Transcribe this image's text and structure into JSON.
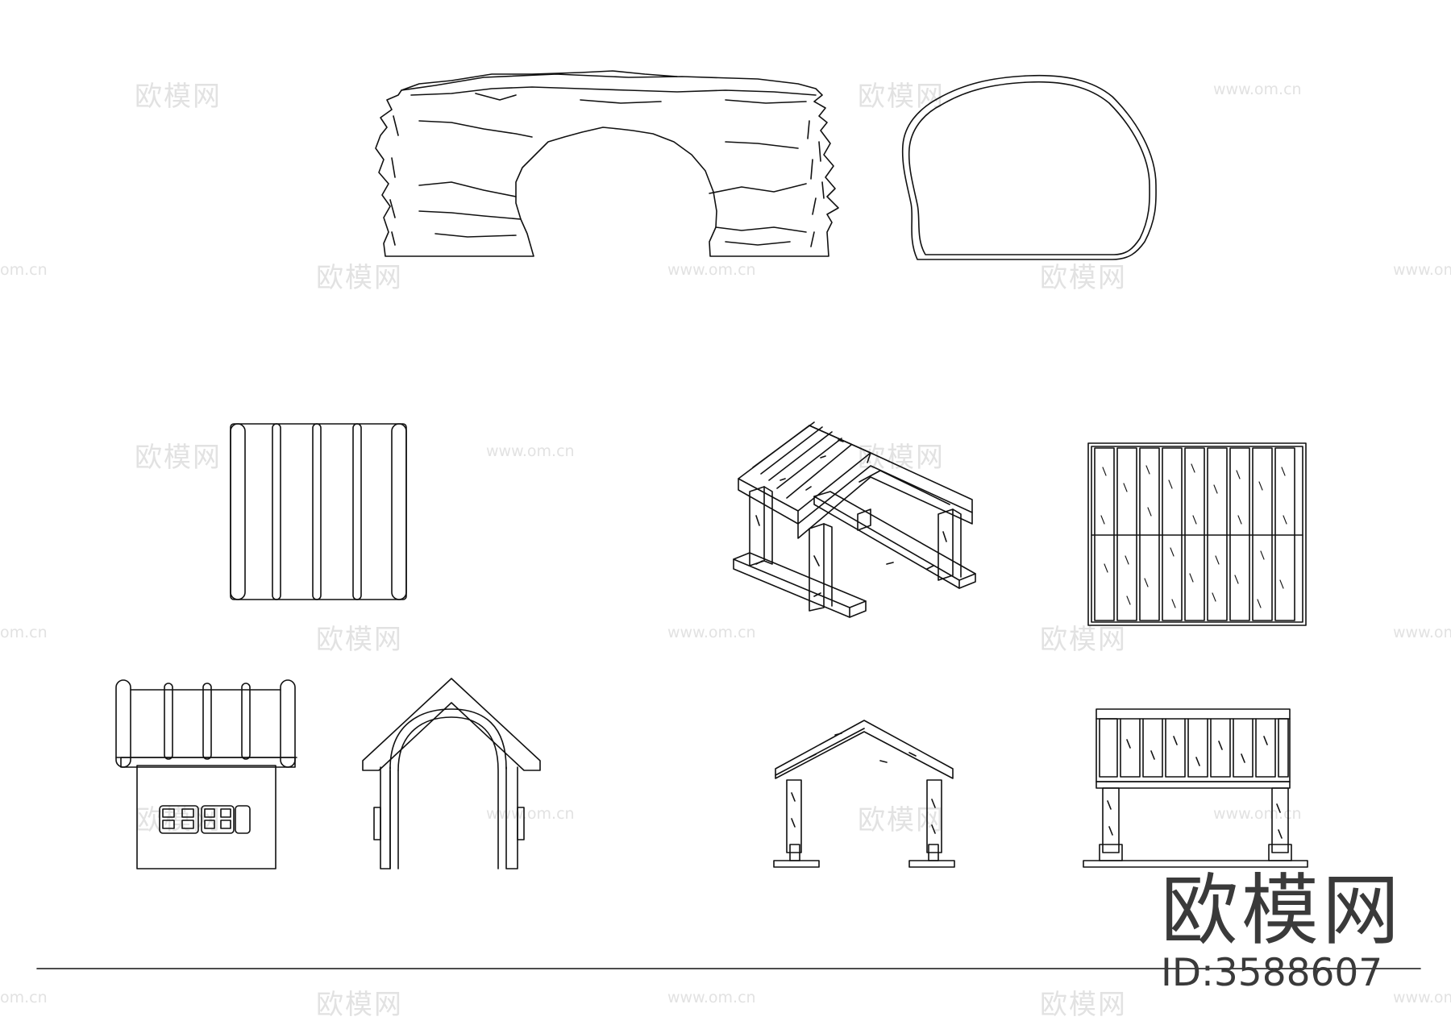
{
  "watermark": {
    "brand": "欧模网",
    "url": "www.om.cn",
    "url_partial": "om.cn"
  },
  "logo": {
    "name": "欧模网",
    "id": "ID:3588607"
  },
  "figures": [
    "log-tunnel-elevation",
    "boulder-outline",
    "slide-tube-plan",
    "gable-pavilion-isometric",
    "roof-plank-plan",
    "small-hut-elevation",
    "arch-gable-elevation",
    "open-pavilion-front-elevation",
    "pavilion-side-elevation"
  ]
}
